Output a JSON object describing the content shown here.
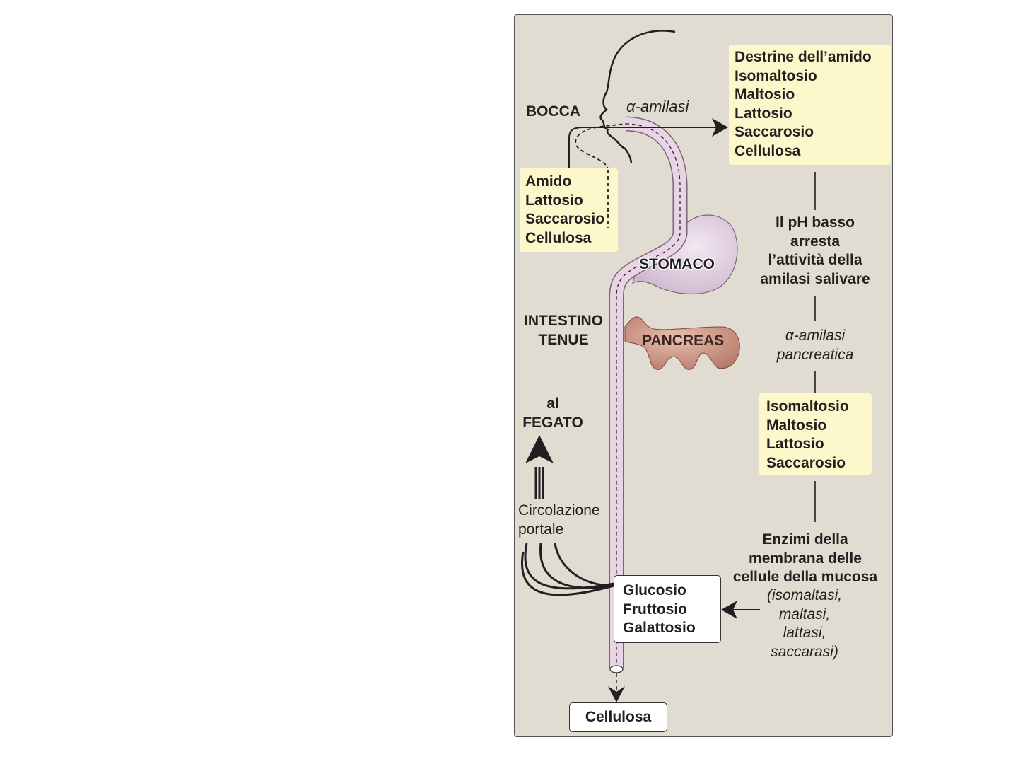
{
  "diagram": {
    "type": "carbohydrate-digestion-pathway",
    "colors": {
      "panel_background": "#e1dcd2",
      "highlight_box": "#fcf8cc",
      "tract": "#e8d4e4",
      "stomach": "#d9c4d9",
      "pancreas": "#c98e7e",
      "text": "#231f20"
    },
    "regions": {
      "mouth": "BOCCA",
      "stomach": "STOMACO",
      "small_intestine": [
        "INTESTINO",
        "TENUE"
      ],
      "pancreas": "PANCREAS",
      "to_liver": [
        "al",
        "FEGATO"
      ],
      "portal_circulation": [
        "Circolazione",
        "portale"
      ]
    },
    "ingested_box": {
      "items": [
        "Amido",
        "Lattosio",
        "Saccarosio",
        "Cellulosa"
      ]
    },
    "salivary_enzyme": "α-amilasi",
    "after_mouth_box": {
      "items": [
        "Destrine dell’amido",
        "Isomaltosio",
        "Maltosio",
        "Lattosio",
        "Saccarosio",
        "Cellulosa"
      ]
    },
    "ph_note": [
      "Il pH basso",
      "arresta",
      "l’attività della",
      "amilasi salivare"
    ],
    "pancreatic_enzyme": [
      "α-amilasi",
      "pancreatica"
    ],
    "after_pancreas_box": {
      "items": [
        "Isomaltosio",
        "Maltosio",
        "Lattosio",
        "Saccarosio"
      ]
    },
    "brush_border": {
      "title": [
        "Enzimi della",
        "membrana delle",
        "cellule della mucosa"
      ],
      "enzymes": [
        "(isomaltasi,",
        "maltasi,",
        "lattasi,",
        "saccarasi)"
      ]
    },
    "absorbed_box": {
      "items": [
        "Glucosio",
        "Fruttosio",
        "Galattosio"
      ]
    },
    "excreted_box": {
      "label": "Cellulosa"
    }
  }
}
